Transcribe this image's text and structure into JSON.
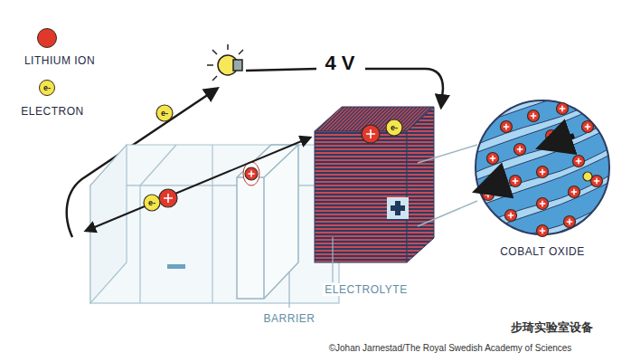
{
  "diagram": {
    "nodes": [
      {
        "text": [
          "COBALT OXIDE"
        ]
      }
    ],
    "labels": [
      "4 V",
      "ELECTROLYTE",
      "BARRIER",
      "e-",
      "e-",
      "e-",
      "e-",
      "步琦实验室设备",
      "©Johan Jarnestad/The Royal Swedish Academy of Sciences"
    ],
    "legend": [
      {
        "text": "LITHIUM ION",
        "color": "#e0392c"
      },
      {
        "text": "ELECTRON",
        "color": "#f4e64a"
      }
    ]
  }
}
